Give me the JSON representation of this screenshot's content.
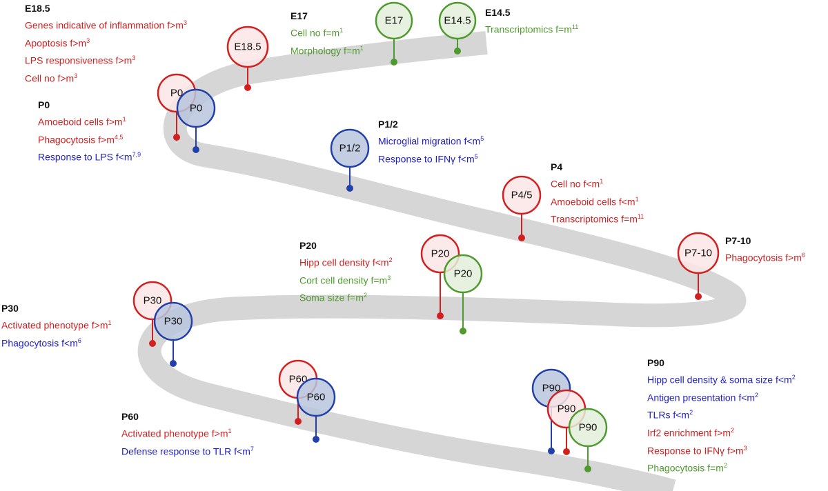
{
  "colors": {
    "road": "#d6d6d6",
    "red": "#d21f1f",
    "blue": "#2340a8",
    "green": "#4f9a2e",
    "red_fill": "#fbe5e5",
    "blue_fill": "#b9c6de",
    "green_fill": "#e3efd9"
  },
  "markers": [
    {
      "id": "m-e185",
      "label": "E18.5",
      "color": "red"
    },
    {
      "id": "m-e17",
      "label": "E17",
      "color": "green"
    },
    {
      "id": "m-e145",
      "label": "E14.5",
      "color": "green"
    },
    {
      "id": "m-p0-red",
      "label": "P0",
      "color": "red"
    },
    {
      "id": "m-p0-blue",
      "label": "P0",
      "color": "blue"
    },
    {
      "id": "m-p12",
      "label": "P1/2",
      "color": "blue"
    },
    {
      "id": "m-p45",
      "label": "P4/5",
      "color": "red"
    },
    {
      "id": "m-p710",
      "label": "P7-10",
      "color": "red"
    },
    {
      "id": "m-p20-red",
      "label": "P20",
      "color": "red"
    },
    {
      "id": "m-p20-green",
      "label": "P20",
      "color": "green"
    },
    {
      "id": "m-p30-red",
      "label": "P30",
      "color": "red"
    },
    {
      "id": "m-p30-blue",
      "label": "P30",
      "color": "blue"
    },
    {
      "id": "m-p60-red",
      "label": "P60",
      "color": "red"
    },
    {
      "id": "m-p60-blue",
      "label": "P60",
      "color": "blue"
    },
    {
      "id": "m-p90-blue",
      "label": "P90",
      "color": "blue"
    },
    {
      "id": "m-p90-red",
      "label": "P90",
      "color": "red"
    },
    {
      "id": "m-p90-green",
      "label": "P90",
      "color": "green"
    }
  ],
  "blocks": {
    "e185": {
      "title": "E18.5",
      "lines": [
        {
          "text": "Genes indicative of inflammation f>m",
          "sup": "3",
          "color": "red"
        },
        {
          "text": "Apoptosis f>m",
          "sup": "3",
          "color": "red"
        },
        {
          "text": "LPS responsiveness f>m",
          "sup": "3",
          "color": "red"
        },
        {
          "text": "Cell no f>m",
          "sup": "3",
          "color": "red"
        }
      ]
    },
    "e17": {
      "title": "E17",
      "lines": [
        {
          "text": "Cell no f=m",
          "sup": "1",
          "color": "green"
        },
        {
          "text": "Morphology f=m",
          "sup": "1",
          "color": "green"
        }
      ]
    },
    "e145": {
      "title": "E14.5",
      "lines": [
        {
          "text": "Transcriptomics f=m",
          "sup": "11",
          "color": "green"
        }
      ]
    },
    "p0": {
      "title": "P0",
      "lines": [
        {
          "text": "Amoeboid cells f>m",
          "sup": "1",
          "color": "red"
        },
        {
          "text": "Phagocytosis f>m",
          "sup": "4,5",
          "color": "red"
        },
        {
          "text": "Response to LPS f<m",
          "sup": "7,9",
          "color": "blue"
        }
      ]
    },
    "p12": {
      "title": "P1/2",
      "lines": [
        {
          "text": "Microglial migration f<m",
          "sup": "5",
          "color": "blue"
        },
        {
          "text": "Response to IFNγ f<m",
          "sup": "5",
          "color": "blue"
        }
      ]
    },
    "p4": {
      "title": "P4",
      "lines": [
        {
          "text": "Cell no f<m",
          "sup": "1",
          "color": "red"
        },
        {
          "text": "Amoeboid cells f<m",
          "sup": "1",
          "color": "red"
        },
        {
          "text": "Transcriptomics f=m",
          "sup": "11",
          "color": "red"
        }
      ]
    },
    "p710": {
      "title": "P7-10",
      "lines": [
        {
          "text": "Phagocytosis f>m",
          "sup": "6",
          "color": "red"
        }
      ]
    },
    "p20": {
      "title": "P20",
      "lines": [
        {
          "text": "Hipp cell density f<m",
          "sup": "2",
          "color": "red"
        },
        {
          "text": "Cort cell density f=m",
          "sup": "3",
          "color": "green"
        },
        {
          "text": "Soma size f=m",
          "sup": "2",
          "color": "green"
        }
      ]
    },
    "p30": {
      "title": "P30",
      "lines": [
        {
          "text": "Activated phenotype f>m",
          "sup": "1",
          "color": "red"
        },
        {
          "text": "Phagocytosis f<m",
          "sup": "6",
          "color": "blue"
        }
      ]
    },
    "p60": {
      "title": "P60",
      "lines": [
        {
          "text": "Activated phenotype f>m",
          "sup": "1",
          "color": "red"
        },
        {
          "text": "Defense response to TLR f<m",
          "sup": "7",
          "color": "blue"
        }
      ]
    },
    "p90": {
      "title": "P90",
      "lines": [
        {
          "text": "Hipp cell density & soma size f<m",
          "sup": "2",
          "color": "blue"
        },
        {
          "text": "Antigen presentation f<m",
          "sup": "2",
          "color": "blue"
        },
        {
          "text": "TLRs f<m",
          "sup": "2",
          "color": "blue"
        },
        {
          "text": "Irf2 enrichment f>m",
          "sup": "2",
          "color": "red"
        },
        {
          "text": "Response to IFNγ f>m",
          "sup": "3",
          "color": "red"
        },
        {
          "text": "Phagocytosis f=m",
          "sup": "2",
          "color": "green"
        }
      ]
    }
  }
}
